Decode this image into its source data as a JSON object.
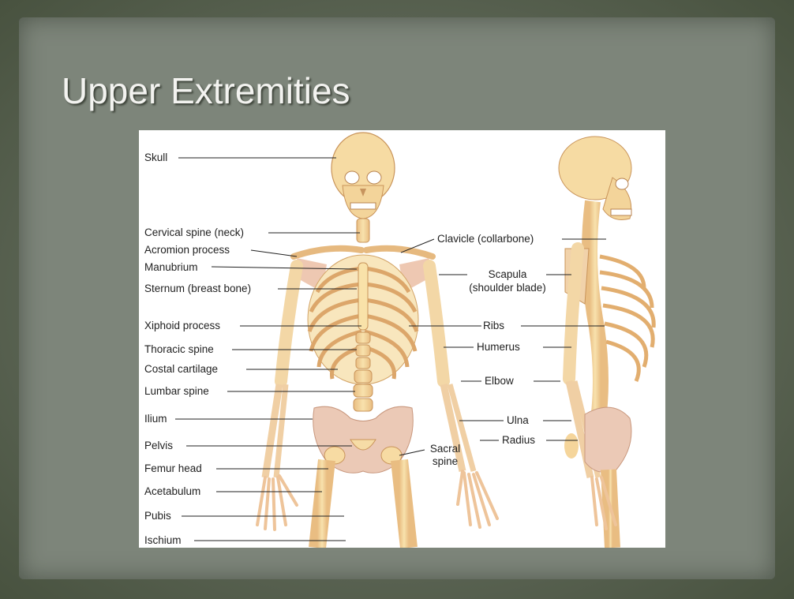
{
  "slide": {
    "title": "Upper Extremities"
  },
  "figure": {
    "left_labels": [
      "Skull",
      "Cervical spine (neck)",
      "Acromion process",
      "Manubrium",
      "Sternum (breast bone)",
      "Xiphoid process",
      "Thoracic spine",
      "Costal cartilage",
      "Lumbar spine",
      "Ilium",
      "Pelvis",
      "Femur head",
      "Acetabulum",
      "Pubis",
      "Ischium"
    ],
    "right_labels": {
      "clavicle": "Clavicle (collarbone)",
      "scapula": "Scapula",
      "scapula_sub": "(shoulder blade)",
      "ribs": "Ribs",
      "humerus": "Humerus",
      "elbow": "Elbow",
      "ulna": "Ulna",
      "radius": "Radius",
      "sacral": "Sacral",
      "sacral_sub": "spine"
    }
  },
  "colors": {
    "bone": "#f5d9a0",
    "bone_shade": "#e7b87a",
    "pelvis": "#e9c3b2",
    "leader": "#222222"
  }
}
